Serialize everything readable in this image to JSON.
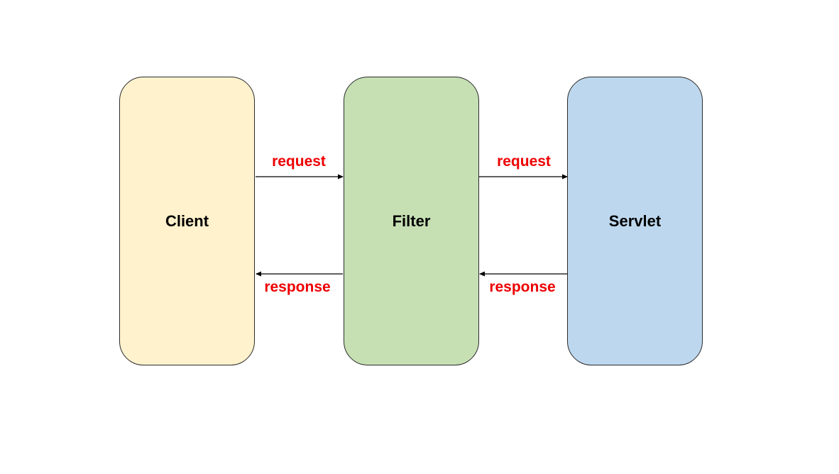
{
  "nodes": {
    "client": {
      "label": "Client",
      "fill": "#fff2cc"
    },
    "filter": {
      "label": "Filter",
      "fill": "#c6e0b4"
    },
    "servlet": {
      "label": "Servlet",
      "fill": "#bdd7ee"
    }
  },
  "edges": {
    "client_to_filter": {
      "label": "request",
      "direction": "right"
    },
    "filter_to_servlet": {
      "label": "request",
      "direction": "right"
    },
    "filter_to_client": {
      "label": "response",
      "direction": "left"
    },
    "servlet_to_filter": {
      "label": "response",
      "direction": "left"
    }
  },
  "colors": {
    "edge_label": "#ee0000",
    "arrow": "#000000",
    "border": "#2b2b2b"
  }
}
